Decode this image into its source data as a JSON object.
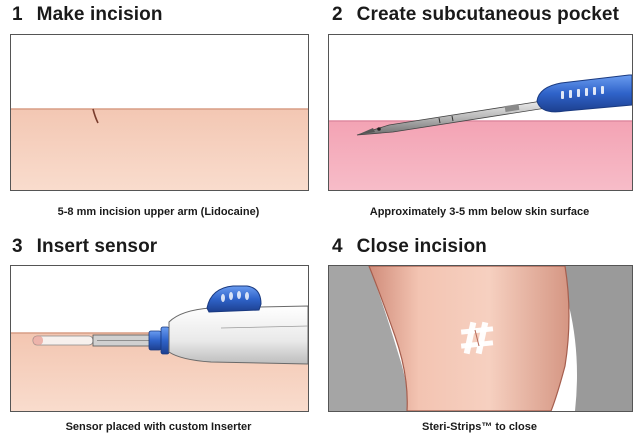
{
  "steps": [
    {
      "number": "1",
      "title": "Make incision",
      "caption": "5-8 mm incision upper arm (Lidocaine)"
    },
    {
      "number": "2",
      "title": "Create subcutaneous pocket",
      "caption": "Approximately  3-5 mm below skin surface"
    },
    {
      "number": "3",
      "title": "Insert sensor",
      "caption": "Sensor placed with custom Inserter"
    },
    {
      "number": "4",
      "title": "Close incision",
      "caption": "Steri-Strips™ to close"
    }
  ],
  "colors": {
    "skin": "#f6d3c2",
    "skin_dark": "#d9a08a",
    "tissue_pink": "#f4a9b9",
    "tool_blue": "#2f63c9",
    "gray_bg": "#9d9d9d"
  }
}
